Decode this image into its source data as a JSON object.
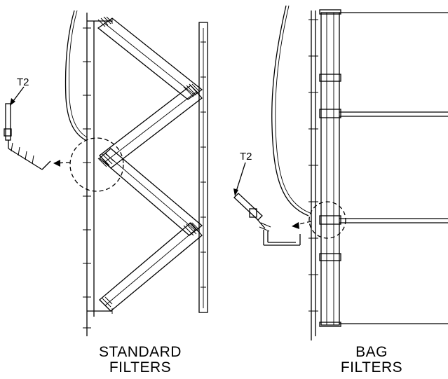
{
  "left_figure": {
    "callout_label": "T2",
    "caption_line1": "STANDARD",
    "caption_line2": "FILTERS"
  },
  "right_figure": {
    "callout_label": "T2",
    "caption_line1": "BAG",
    "caption_line2": "FILTERS"
  }
}
